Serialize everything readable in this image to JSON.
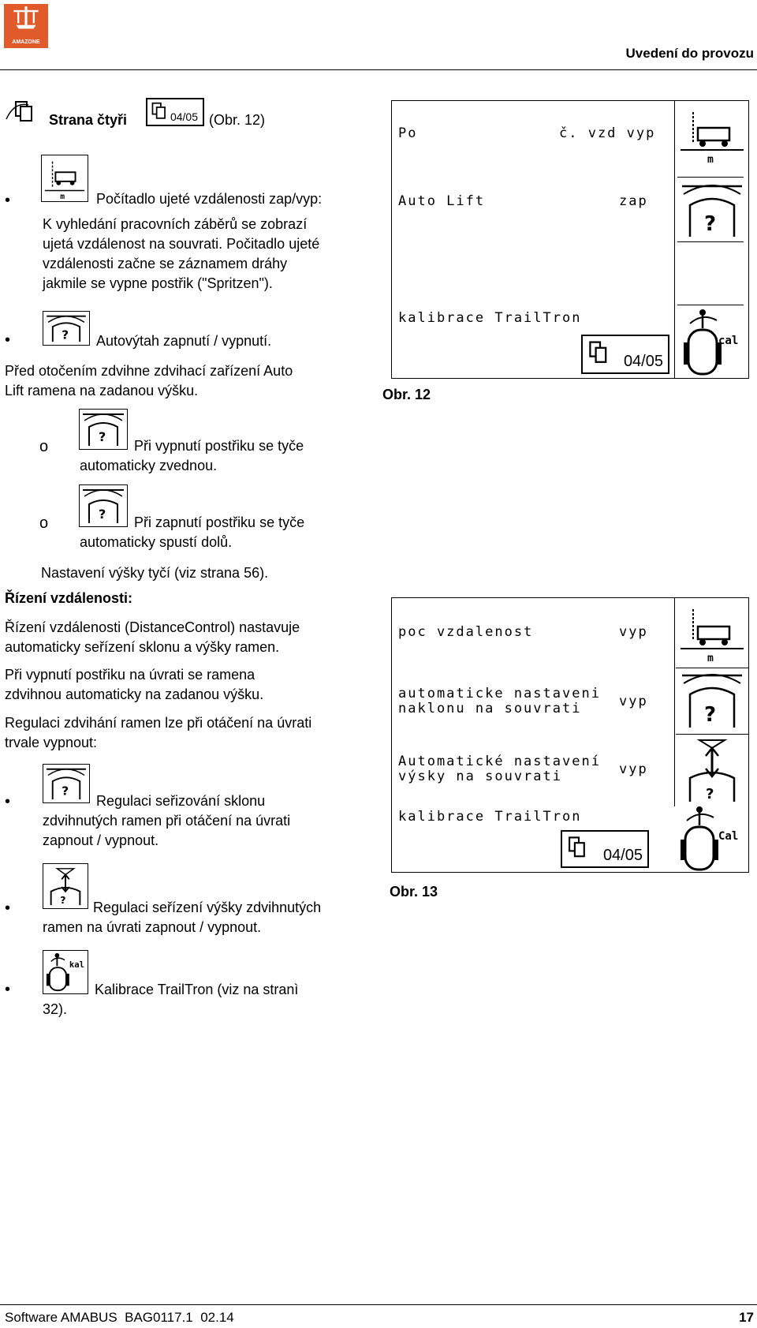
{
  "header": {
    "logo_text": "AMAZONE",
    "section_title": "Uvedení do provozu"
  },
  "intro": {
    "title_prefix": "Strana čtyři",
    "page_indicator": "04/05",
    "title_suffix": "(Obr. 12)"
  },
  "items": {
    "counter_title": "Počítadlo ujeté vzdálenosti zap/vyp:",
    "counter_body": [
      "K vyhledání pracovních záběrů se zobrazí",
      "ujetá vzdálenost na souvrati. Počitadlo ujeté",
      "vzdálenosti začne se záznamem dráhy",
      "jakmile se vypne postřik (\"Spritzen\")."
    ],
    "autolift_title": "Autovýtah zapnutí / vypnutí.",
    "autolift_body": [
      "Před otočením zdvihne zdvihací zařízení Auto",
      "Lift ramena na zadanou výšku."
    ],
    "sub1_a": "Při vypnutí postřiku se tyče",
    "sub1_b": "automaticky zvednou.",
    "sub2_a": "Při zapnutí postřiku se tyče",
    "sub2_b": "automaticky spustí dolů.",
    "height_note": "Nastavení výšky tyčí (viz strana 56).",
    "dist_heading": "Řízení vzdálenosti:",
    "dist_p1": [
      "Řízení vzdálenosti (DistanceControl) nastavuje",
      "automaticky seřízení sklonu a výšky ramen."
    ],
    "dist_p2": [
      "Při vypnutí postřiku na úvrati se ramena",
      "zdvihnou automaticky na zadanou výšku."
    ],
    "dist_p3": [
      "Regulaci zdvihání ramen lze při otáčení na úvrati",
      "trvale vypnout:"
    ],
    "slope_a": "Regulaci seřizování sklonu",
    "slope_b": "zdvihnutých ramen při otáčení na úvrati",
    "slope_c": "zapnout / vypnout.",
    "heightreg_a": "Regulaci seřízení výšky zdvihnutých",
    "heightreg_b": "ramen na úvrati zapnout / vypnout.",
    "calib_a": "Kalibrace TrailTron (viz na stranì",
    "calib_b": "32)."
  },
  "fig12": {
    "row1_left": "Po",
    "row1_mid": "č. vzd vyp",
    "row2_left": "Auto Lift",
    "row2_right": "zap",
    "row3_left": "kalibrace TrailTron",
    "page": "04/05",
    "caption": "Obr. 12",
    "icon_unit": "m",
    "icon_cal": "cal"
  },
  "fig13": {
    "row1_left": "poc vzdalenost",
    "row1_right": "vyp",
    "row2_left_a": "automaticke nastaveni",
    "row2_left_b": "naklonu na souvrati",
    "row2_right": "vyp",
    "row3_left_a": "Automatické nastavení",
    "row3_left_b": "výsky na souvrati",
    "row3_right": "vyp",
    "row4_left": "kalibrace TrailTron",
    "page": "04/05",
    "caption": "Obr. 13",
    "icon_unit": "m",
    "icon_cal": "Cal"
  },
  "footer": {
    "left": "Software AMABUS  BAG0117.1  02.14",
    "page_number": "17"
  },
  "small_icons": {
    "unit": "m",
    "qmark": "?",
    "kal": "kal"
  },
  "bullets": {
    "dot": "•",
    "circle": "o"
  }
}
